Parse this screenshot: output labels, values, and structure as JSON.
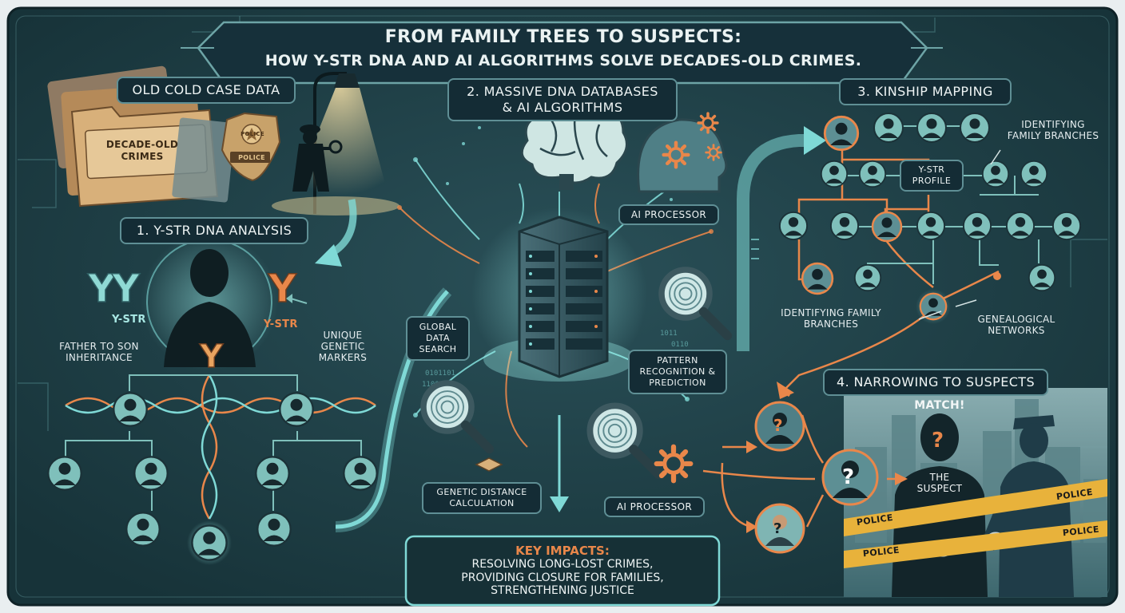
{
  "title": {
    "line1": "FROM FAMILY TREES TO SUSPECTS:",
    "line2": "HOW Y-STR DNA AND AI ALGORITHMS SOLVE DECADES-OLD CRIMES."
  },
  "cold_case": {
    "heading": "OLD COLD CASE DATA",
    "folder_label": "DECADE-OLD CRIMES",
    "badge_top": "POLICE",
    "badge_bottom": "POLICE"
  },
  "ystr": {
    "heading": "1. Y-STR DNA ANALYSIS",
    "left_label": "Y-STR",
    "right_label": "Y-STR",
    "inheritance": "FATHER TO SON INHERITANCE",
    "markers": "UNIQUE GENETIC MARKERS"
  },
  "databases": {
    "heading_line1": "2. MASSIVE DNA DATABASES",
    "heading_line2": "& AI ALGORITHMS",
    "processor_top": "AI PROCESSOR",
    "processor_bottom": "AI PROCESSOR",
    "global_search": "GLOBAL DATA SEARCH",
    "pattern": "PATTERN RECOGNITION & PREDICTION",
    "distance": "GENETIC DISTANCE CALCULATION"
  },
  "kinship": {
    "heading": "3. KINSHIP MAPPING",
    "branches_top": "IDENTIFYING FAMILY BRANCHES",
    "ystr_profile": "Y-STR PROFILE",
    "branches_bottom": "IDENTIFYING FAMILY BRANCHES",
    "networks": "GENEALOGICAL NETWORKS"
  },
  "suspects": {
    "heading": "4. NARROWING TO SUSPECTS",
    "match": "MATCH!",
    "suspect": "THE SUSPECT",
    "tape": "POLICE"
  },
  "impacts": {
    "heading": "KEY IMPACTS:",
    "line1": "RESOLVING LONG-LOST CRIMES,",
    "line2": "PROVIDING CLOSURE FOR FAMILIES,",
    "line3": "STRENGTHENING JUSTICE"
  },
  "colors": {
    "background": "#1d3e47",
    "panel": "#142c35",
    "cyan": "#7fd9d6",
    "orange": "#e9874a",
    "cream": "#e6eef0",
    "tan": "#d8b07a"
  },
  "icons": [
    "brain-icon",
    "gear-icon",
    "server-icon",
    "fingerprint-icon",
    "magnifier-icon",
    "person-icon",
    "dna-helix-icon",
    "police-badge-icon",
    "street-lamp-icon",
    "police-officer-icon",
    "handcuffs-icon",
    "chip-icon",
    "city-skyline-icon"
  ]
}
